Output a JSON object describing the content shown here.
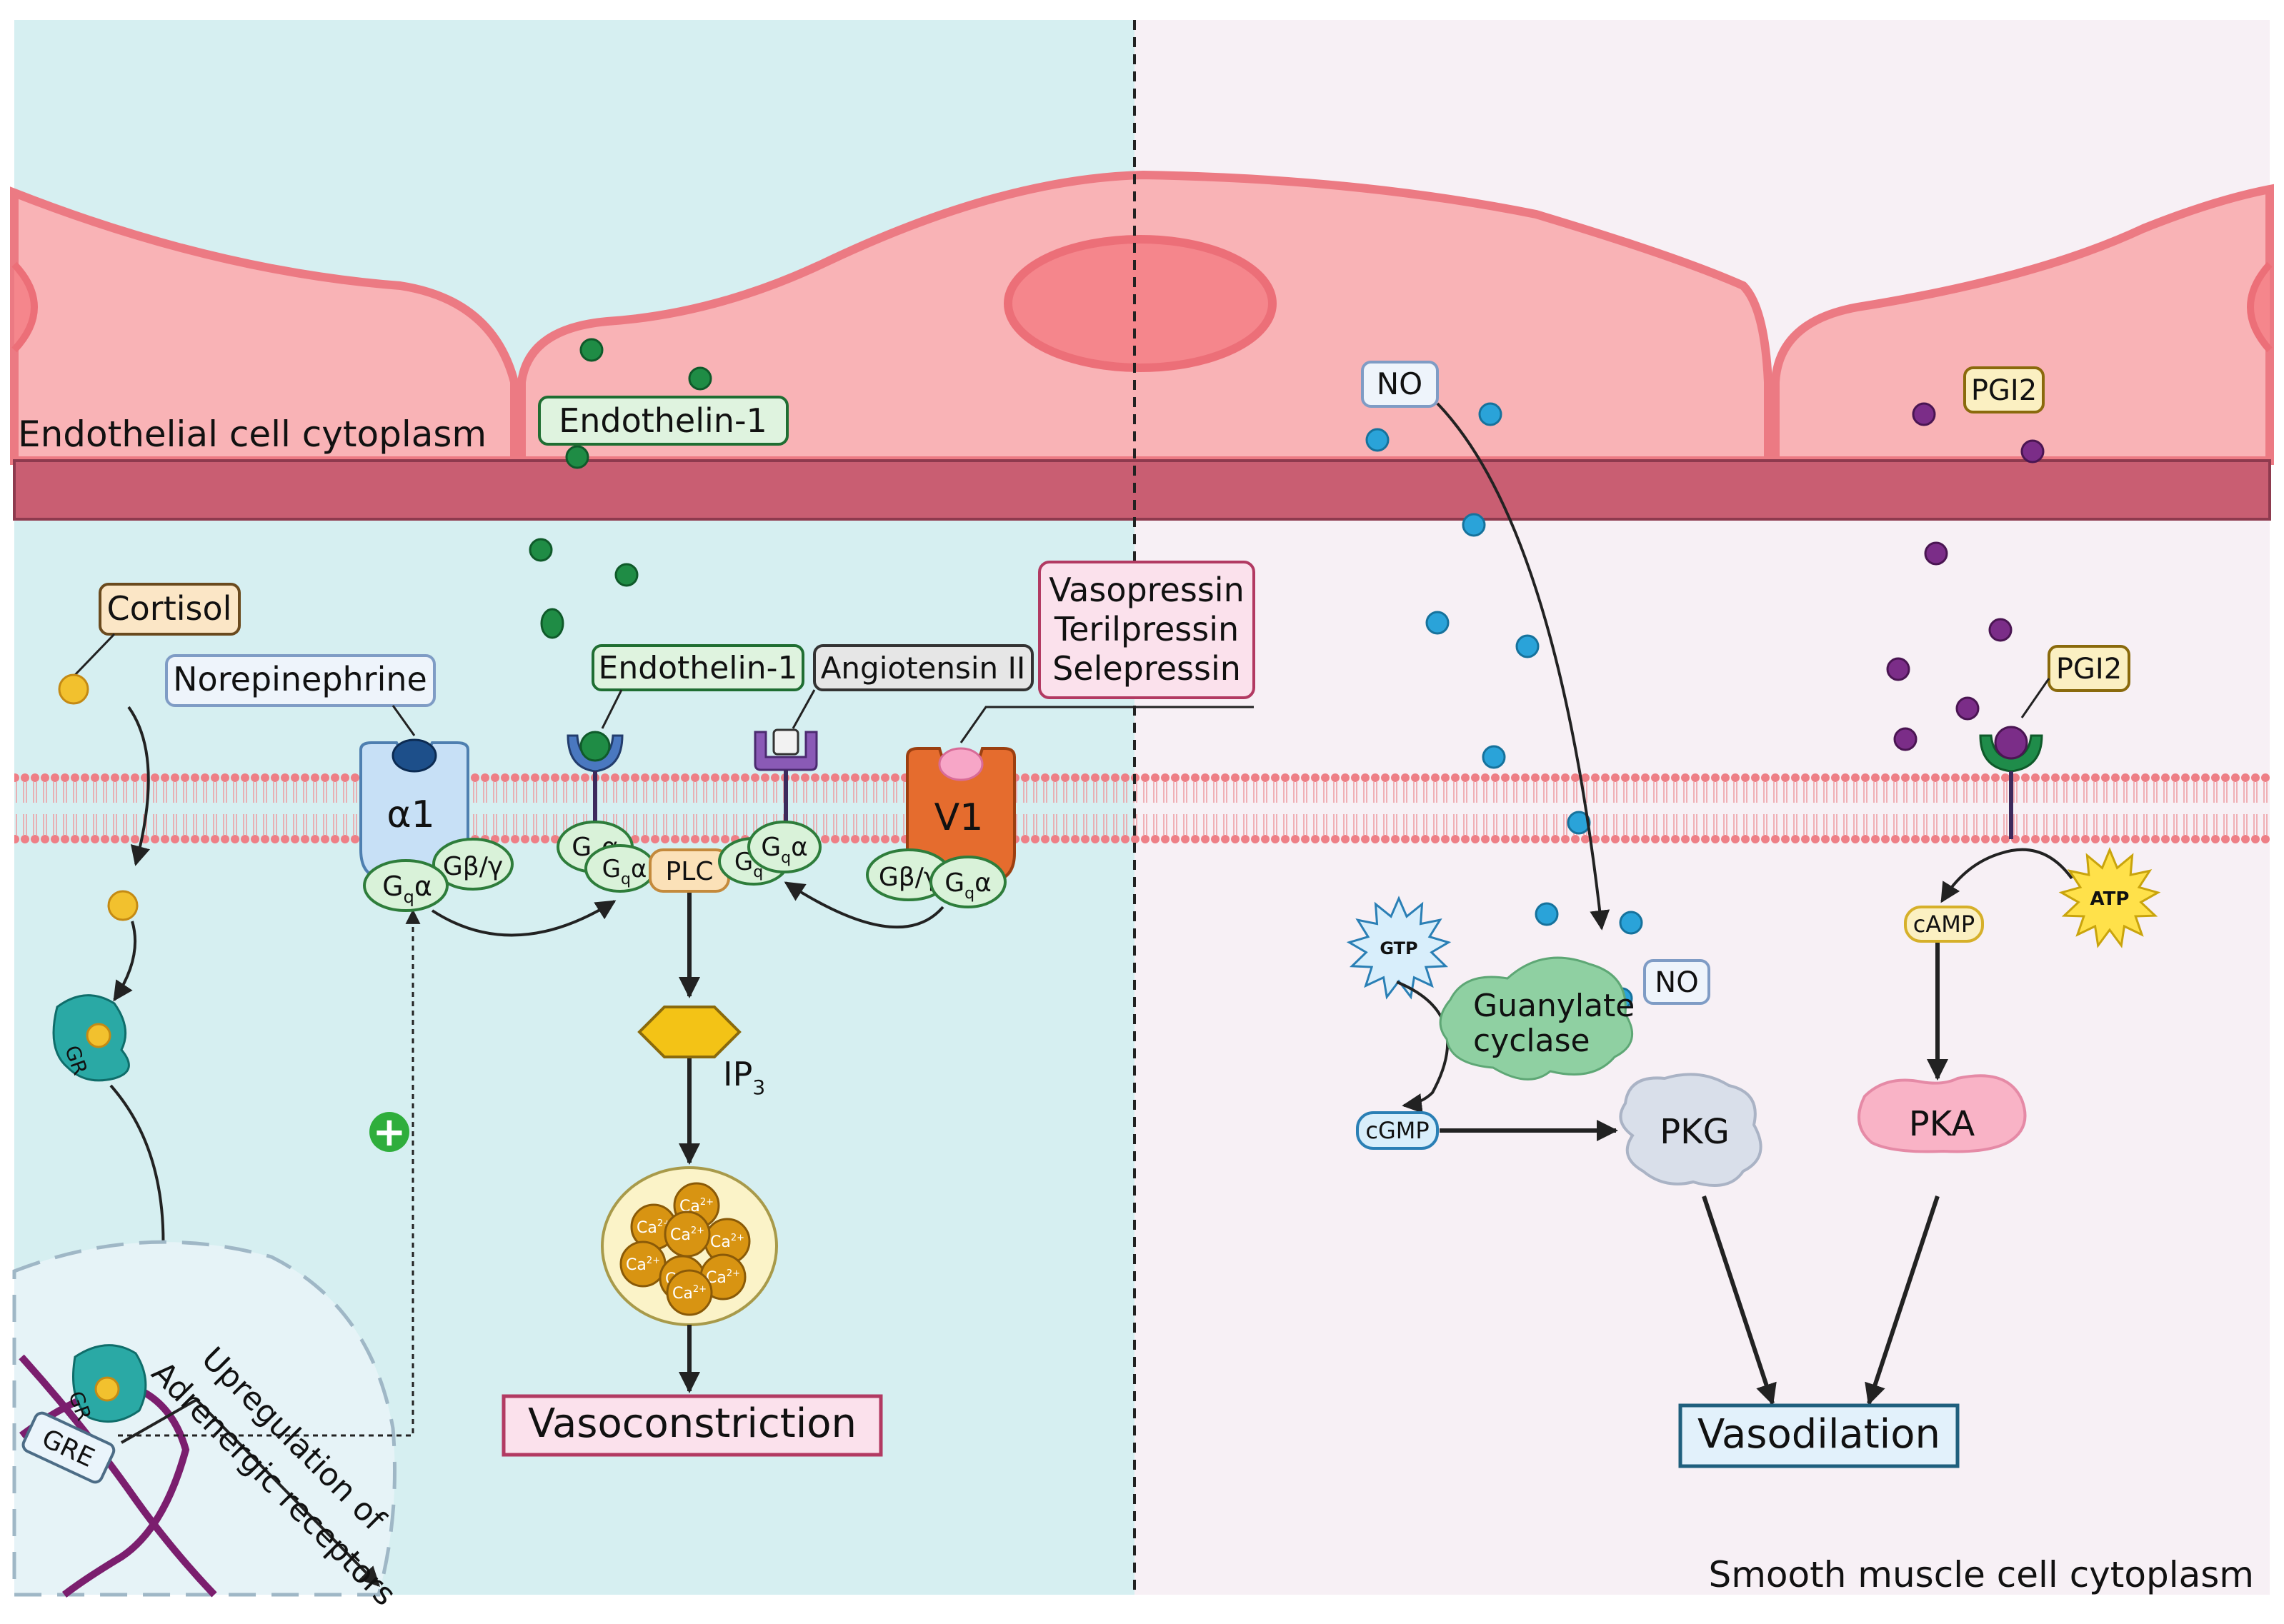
{
  "regions": {
    "endothelial_label": "Endothelial cell cytoplasm",
    "smooth_muscle_label": "Smooth muscle cell cytoplasm"
  },
  "left": {
    "endothelin_top": "Endothelin-1",
    "cortisol": "Cortisol",
    "norepinephrine": "Norepinephrine",
    "endothelin_receptor": "Endothelin-1",
    "angiotensin": "Angiotensin II",
    "vasopressin_lines": [
      "Vasopressin",
      "Terilpressin",
      "Selepressin"
    ],
    "alpha1": "α1",
    "v1": "V1",
    "gq_alpha": "G",
    "gq_sub": "q",
    "alpha_char": "α",
    "gbg": "Gβ/γ",
    "plc": "PLC",
    "ip3": "IP",
    "ip3_sub": "3",
    "ca_label": "Ca",
    "ca_sup": "2+",
    "vasoconstriction": "Vasoconstriction",
    "gr": "GR",
    "gre": "GRE",
    "upregulation_line1": "Upregulation of",
    "upregulation_line2": "Adrenergic receptors",
    "plus": "+"
  },
  "right": {
    "no_top": "NO",
    "pgi2_top": "PGI2",
    "pgi2_receptor": "PGI2",
    "gtp": "GTP",
    "no_enzyme": "NO",
    "guanylate_line1": "Guanylate",
    "guanylate_line2": "cyclase",
    "cgmp": "cGMP",
    "pkg": "PKG",
    "camp": "cAMP",
    "atp": "ATP",
    "pka": "PKA",
    "vasodilation": "Vasodilation"
  },
  "colors": {
    "left_bg": "#d6eff1",
    "right_bg": "#f7f0f5",
    "cell": "#f9b3b6",
    "cell_edge": "#ec7a83",
    "basement": "#c95e72",
    "endothelin_dot": "#1f8c45",
    "no_dot": "#2aa3d9",
    "pgi2_dot": "#7b2d88",
    "cortisol_dot": "#f2c12e",
    "vasoconstriction_border": "#b23a62",
    "vasodilation_border": "#1f5f7d"
  }
}
